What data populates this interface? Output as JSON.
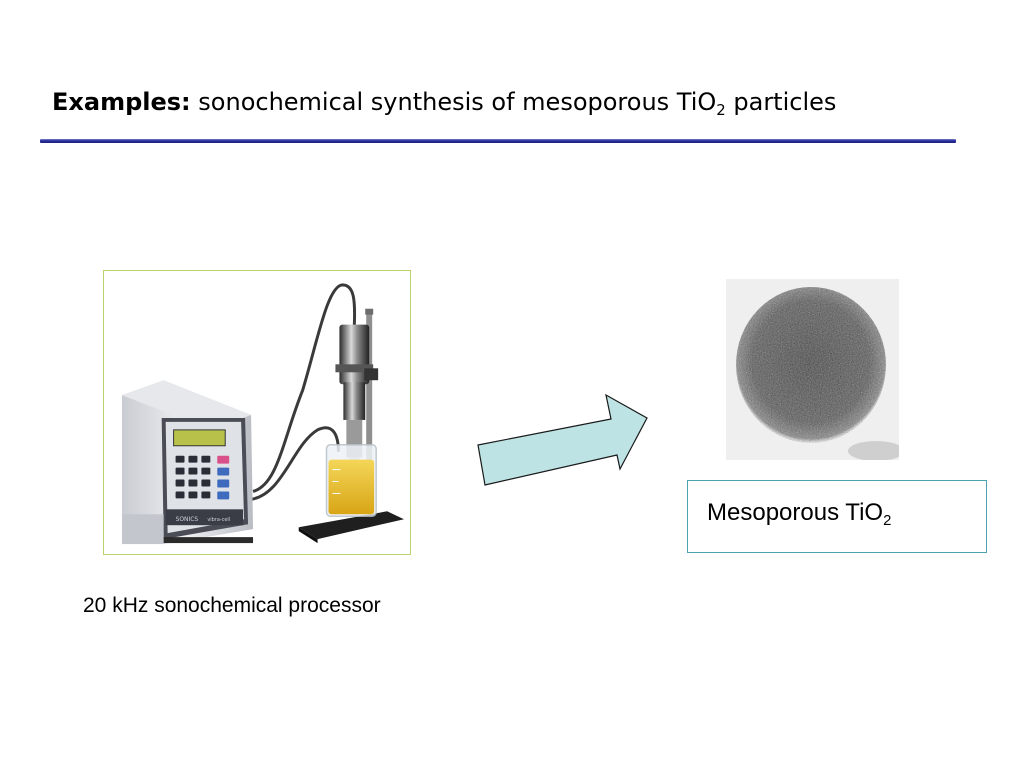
{
  "title": {
    "bold": "Examples:",
    "main": "sonochemical synthesis of mesoporous TiO",
    "sub": "2",
    "tail": "particles"
  },
  "photo": {
    "device_brand": "SONICS",
    "device_model": "vibra-cell",
    "caption": "20 kHz sonochemical processor"
  },
  "result": {
    "label_main": "Mesoporous TiO",
    "label_sub": "2"
  },
  "colors": {
    "title_rule": "#1b1f80",
    "photo_border": "#b9d36b",
    "arrow_fill": "#bde3e5",
    "caption_border": "#4aa3ad"
  }
}
